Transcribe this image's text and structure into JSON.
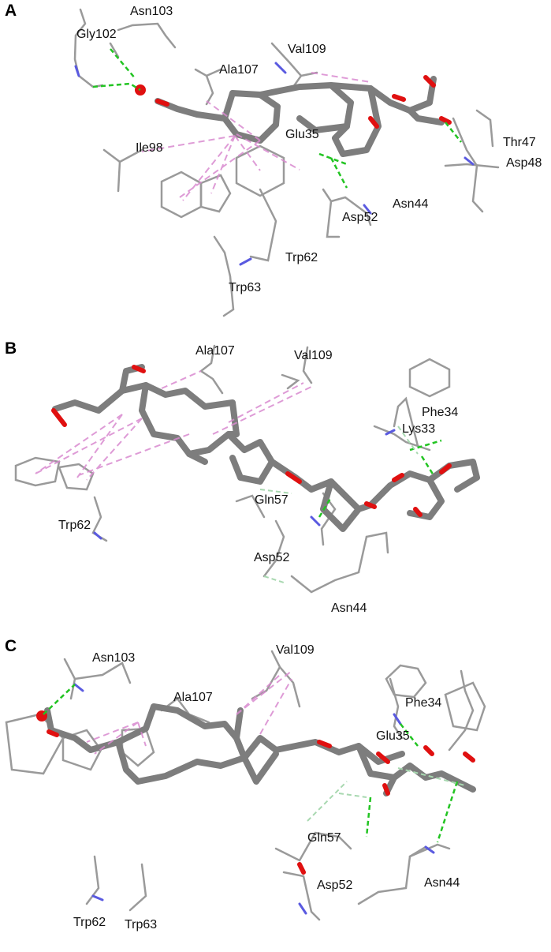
{
  "panels": [
    {
      "letter": "A",
      "residues": [
        "Asn103",
        "Gly102",
        "Val109",
        "Ala107",
        "Thr47",
        "Asp48",
        "Glu35",
        "Ile98",
        "Asn44",
        "Asp52",
        "Trp62",
        "Trp63"
      ]
    },
    {
      "letter": "B",
      "residues": [
        "Ala107",
        "Val109",
        "Phe34",
        "Lys33",
        "Gln57",
        "Trp62",
        "Asp52",
        "Asn44"
      ]
    },
    {
      "letter": "C",
      "residues": [
        "Asn103",
        "Val109",
        "Ala107",
        "Phe34",
        "Glu35",
        "Gln57",
        "Asp52",
        "Asn44",
        "Trp62",
        "Trp63"
      ]
    }
  ],
  "colors": {
    "ligand": "#7d7d7d",
    "oxygen": "#e01010",
    "nitrogen": "#5a5ae0",
    "hbond": "#22c422",
    "hydrophobic": "#d98ad0",
    "carbon_hbond": "#a8d8b0",
    "protein": "#9a9a9a"
  }
}
